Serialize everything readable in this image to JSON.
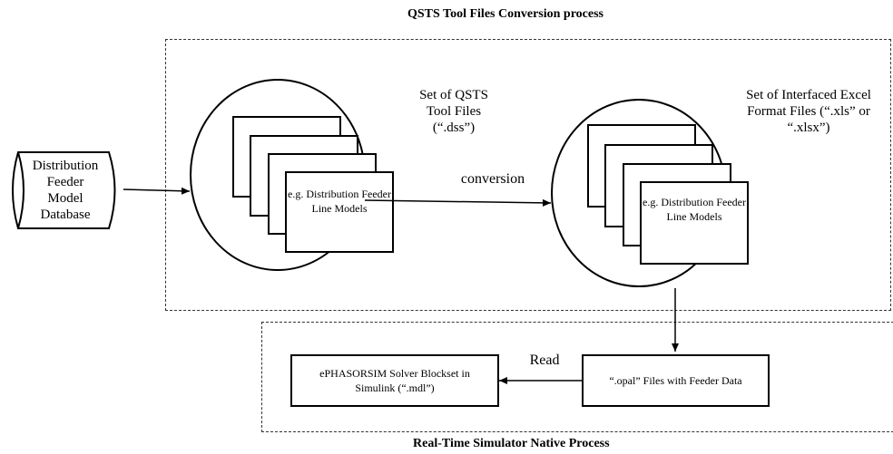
{
  "titles": {
    "top": "QSTS Tool Files Conversion process",
    "bottom": "Real-Time Simulator Native Process"
  },
  "database": {
    "line1": "Distribution",
    "line2": "Feeder",
    "line3": "Model",
    "line4": "Database"
  },
  "left_set": {
    "label_line1": "Set of QSTS",
    "label_line2": "Tool Files",
    "label_line3": "(“.dss”)",
    "page_text": "e.g. Distribution Feeder Line Models"
  },
  "conversion_label": "conversion",
  "right_set": {
    "label_line1": "Set of Interfaced Excel",
    "label_line2": "Format Files (“.xls” or",
    "label_line3": "“.xlsx”)",
    "page_text": "e.g. Distribution Feeder Line Models"
  },
  "read_label": "Read",
  "opal_box": "“.opal” Files with Feeder Data",
  "ephasorsim_box": "ePHASORSIM Solver Blockset in Simulink (“.mdl”)"
}
